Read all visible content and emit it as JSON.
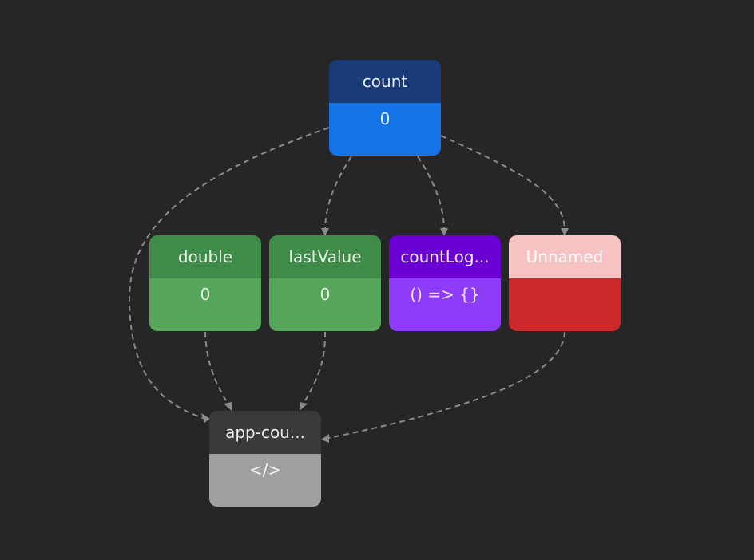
{
  "nodes": {
    "count": {
      "name": "count",
      "value": "0"
    },
    "double": {
      "name": "double",
      "value": "0"
    },
    "last_value": {
      "name": "lastValue",
      "value": "0"
    },
    "count_log": {
      "name": "countLog...",
      "value": "() => {}"
    },
    "unnamed": {
      "name": "Unnamed",
      "value": ""
    },
    "app_counter": {
      "name": "app-cou...",
      "value": "</>"
    }
  },
  "colors": {
    "signal_header": "#1a3a78",
    "signal_body": "#1473e6",
    "computed_header": "#3f8c48",
    "computed_body": "#55a65a",
    "effect_header": "#6a00d4",
    "effect_body": "#8e3cf7",
    "unnamed_header": "#f7c2c2",
    "unnamed_body": "#cc2a2a",
    "component_header": "#3a3a3a",
    "component_body": "#a0a0a0",
    "edge": "#8c8c8c",
    "background": "#262626"
  },
  "edges": [
    {
      "from": "count",
      "to": "last_value"
    },
    {
      "from": "count",
      "to": "count_log"
    },
    {
      "from": "count",
      "to": "unnamed"
    },
    {
      "from": "count",
      "to": "app_counter"
    },
    {
      "from": "double",
      "to": "app_counter"
    },
    {
      "from": "last_value",
      "to": "app_counter"
    },
    {
      "from": "unnamed",
      "to": "app_counter"
    }
  ]
}
